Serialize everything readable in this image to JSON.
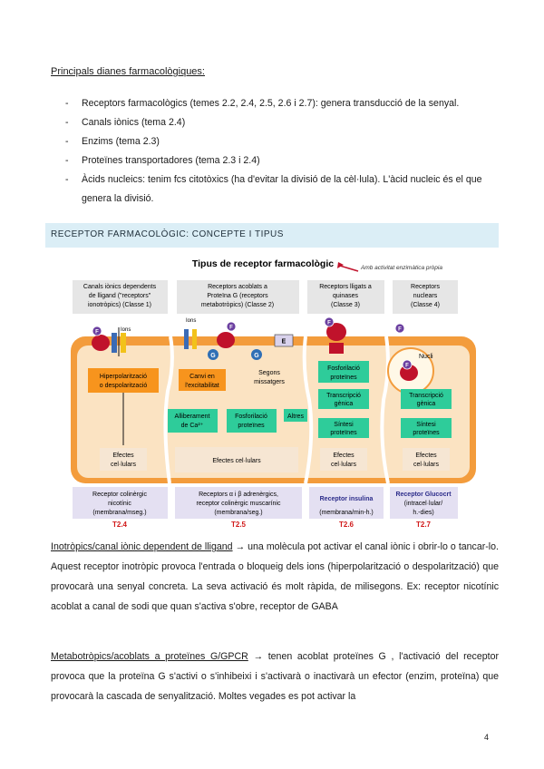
{
  "document": {
    "heading": "Principals dianes farmacològiques:",
    "bullets": [
      "Receptors farmacològics (temes 2.2, 2.4, 2.5, 2.6 i 2.7): genera transducció de la senyal.",
      "Canals iònics (tema 2.4)",
      "Enzims (tema 2.3)",
      "Proteïnes transportadores (tema 2.3 i 2.4)",
      "Àcids nucleics: tenim fcs citotòxics (ha d'evitar la divisió de la cèl·lula). L'àcid nucleic és el que genera la divisió."
    ],
    "section_title": "RECEPTOR FARMACOLÒGIC: CONCEPTE I TIPUS",
    "paragraph1": {
      "lead": "Inotròpics/canal iònic dependent de lligand",
      "text": " → una molècula pot activar el canal iònic i obrir-lo o tancar-lo. Aquest receptor inotròpic provoca l'entrada o bloqueig dels ions (hiperpolarització o despolarització) que provocarà una senyal concreta. La seva activació és molt ràpida, de milisegons. Ex: receptor nicotínic acoblat a canal de sodi que quan s'activa s'obre, receptor de GABA"
    },
    "paragraph2": {
      "lead": "Metabotròpics/acoblats a proteïnes G/GPCR",
      "text": " → tenen acoblat proteïnes G , l'activació del receptor provoca que la proteïna G s'activi o s'inhibeixi i s'activarà o inactivarà un efector (enzim, proteïna) que provocarà la cascada de senyalització. Moltes vegades es pot activar la"
    },
    "page_number": "4"
  },
  "figure": {
    "title": "Tipus de receptor farmacològic",
    "legend_note": "Amb activitat enzimàtica pròpia",
    "classes": [
      {
        "line1": "Canals iònics dependents",
        "line2": "de lligand (\"receptors\"",
        "line3": "ionotròpics) (Classe 1)"
      },
      {
        "line1": "Receptors acoblats a",
        "line2": "Proteïna G (receptors",
        "line3": "metabotròpics) (Classe 2)"
      },
      {
        "line1": "Receptors lligats a",
        "line2": "quinases",
        "line3": "(Classe 3)"
      },
      {
        "line1": "Receptors",
        "line2": "nuclears",
        "line3": "(Classe 4)"
      }
    ],
    "labels": {
      "ions1": "Ions",
      "ions2": "Ions",
      "f": "F",
      "g": "G",
      "e": "E",
      "nucli": "Nucli",
      "hiper1": "Hiperpolarització",
      "hiper2": "o despolarització",
      "canvi1": "Canvi en",
      "canvi2": "l'excitabilitat",
      "segons1": "Segons",
      "segons2": "missatgers",
      "alli1": "Alliberament",
      "alli2": "de Ca²⁺",
      "fosf1": "Fosforilació",
      "fosf2": "proteïnes",
      "altres": "Altres",
      "fosfk1": "Fosforilació",
      "fosfk2": "proteïnes",
      "trans1": "Transcripció",
      "trans2": "gènica",
      "trans3": "Transcripció",
      "trans4": "gènica",
      "sint1": "Síntesi",
      "sint2": "proteïnes",
      "sint3": "Síntesi",
      "sint4": "proteïnes",
      "efectes": "Efectes",
      "celulars": "cel·lulars",
      "efectes_wide": "Efectes cel·lulars"
    },
    "examples": [
      {
        "l1": "Receptor colinèrgic",
        "l2": "nicotínic",
        "l3": "(membrana/mseg.)",
        "tag": "T2.4"
      },
      {
        "l1": "Receptors α i β adrenèrgics,",
        "l2": "receptor colinèrgic muscarínic",
        "l3": "(membrana/seg.)",
        "tag": "T2.5"
      },
      {
        "l1": "Receptor insulina",
        "l2": "",
        "l3": "(membrana/min-h.)",
        "tag": "T2.6"
      },
      {
        "l1": "Receptor Glucocrt",
        "l2": "(intracel·lular/",
        "l3": "h.-dies)",
        "tag": "T2.7"
      }
    ],
    "colors": {
      "cell": "#f39c3c",
      "cell_inner": "#fbe3c2",
      "box_orange": "#f7941d",
      "box_green": "#2ecc9a",
      "box_pale": "#f6e6d3",
      "header_gray": "#e6e6e6",
      "example_fill": "#e4e0f2",
      "receptor": "#c0122b",
      "tag": "#d11a1a"
    }
  }
}
